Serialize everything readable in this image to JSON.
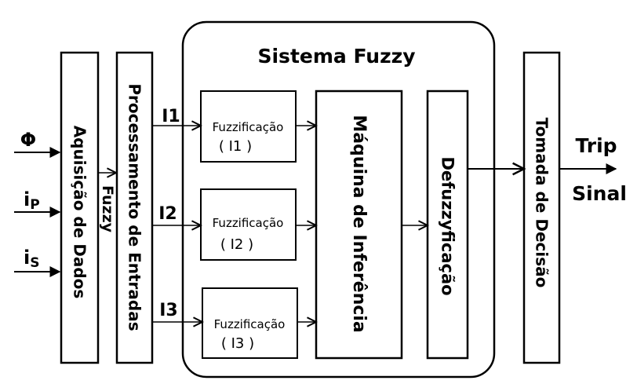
{
  "system": {
    "title": "Sistema Fuzzy"
  },
  "inputs": {
    "phi": "Φ",
    "ip_main": "i",
    "ip_sub": "P",
    "is_main": "i",
    "is_sub": "S"
  },
  "blocks": {
    "acquisition": "Aquisição de Dados",
    "fuzzy": "Fuzzy",
    "processing": "Processamento de Entradas",
    "inference": "Máquina de Inferência",
    "defuzzification": "Defuzzyficação",
    "decision": "Tomada de Decisão"
  },
  "signals": {
    "i1": "I1",
    "i2": "I2",
    "i3": "I3"
  },
  "fuzzification": [
    {
      "label": "Fuzzificação",
      "sub": "( I1 )"
    },
    {
      "label": "Fuzzificação",
      "sub": "( I2 )"
    },
    {
      "label": "Fuzzificação",
      "sub": "( I3 )"
    }
  ],
  "outputs": {
    "trip": "Trip",
    "signal": "Sinal"
  }
}
